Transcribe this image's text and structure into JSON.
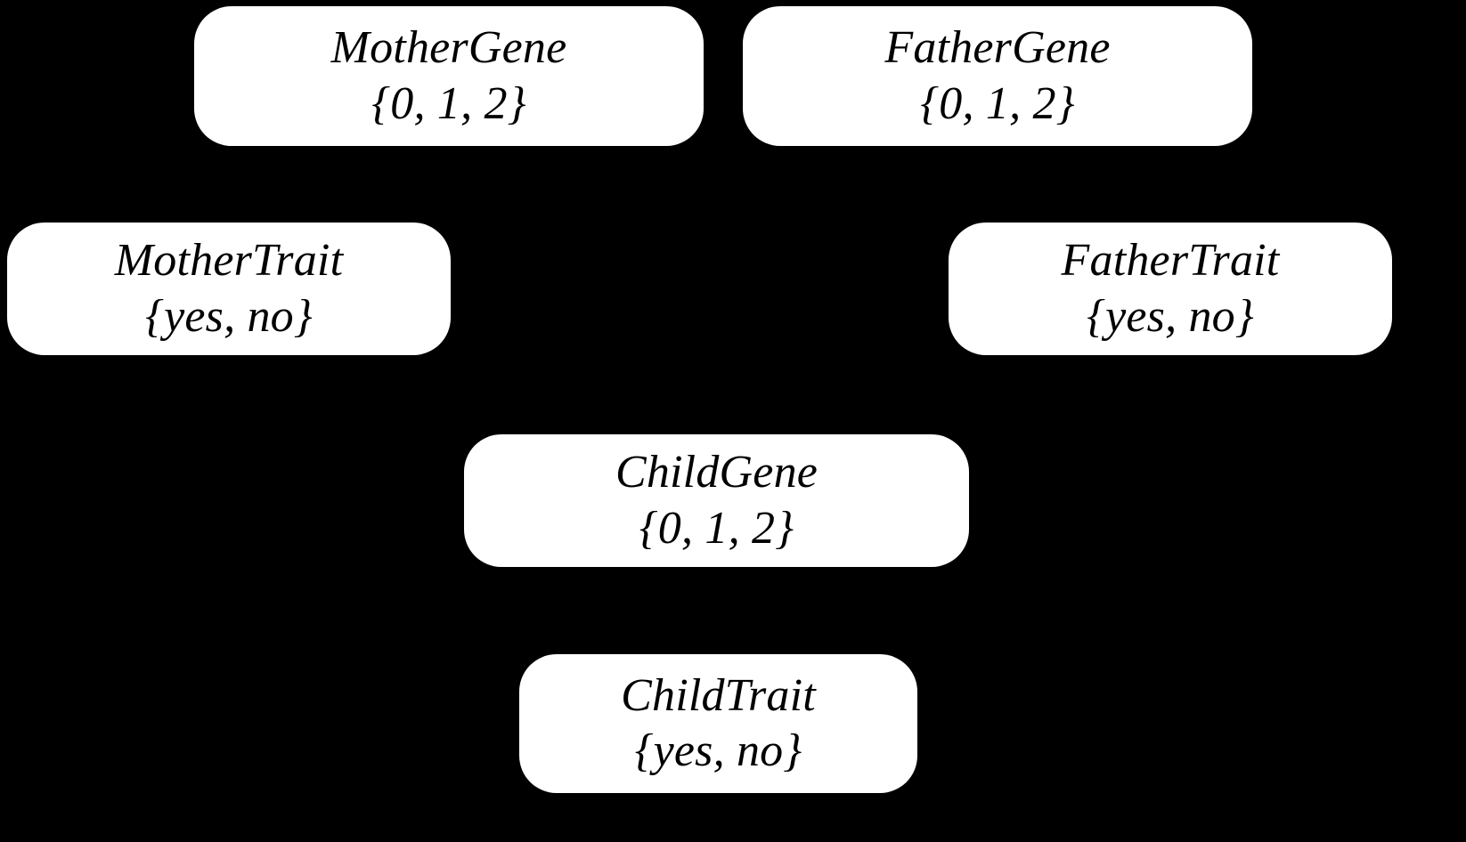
{
  "diagram": {
    "type": "bayesian-network",
    "background_color": "#000000",
    "node_fill_color": "#ffffff",
    "node_text_color": "#000000",
    "edges_visible": false,
    "nodes": [
      {
        "id": "mother-gene",
        "name": "MotherGene",
        "domain": "{0, 1, 2}",
        "values": [
          "0",
          "1",
          "2"
        ],
        "row": "parents-gene",
        "column": "left"
      },
      {
        "id": "father-gene",
        "name": "FatherGene",
        "domain": "{0, 1, 2}",
        "values": [
          "0",
          "1",
          "2"
        ],
        "row": "parents-gene",
        "column": "right"
      },
      {
        "id": "mother-trait",
        "name": "MotherTrait",
        "domain": "{yes, no}",
        "values": [
          "yes",
          "no"
        ],
        "row": "parents-trait",
        "column": "left"
      },
      {
        "id": "father-trait",
        "name": "FatherTrait",
        "domain": "{yes, no}",
        "values": [
          "yes",
          "no"
        ],
        "row": "parents-trait",
        "column": "right"
      },
      {
        "id": "child-gene",
        "name": "ChildGene",
        "domain": "{0, 1, 2}",
        "values": [
          "0",
          "1",
          "2"
        ],
        "row": "child-gene",
        "column": "center"
      },
      {
        "id": "child-trait",
        "name": "ChildTrait",
        "domain": "{yes, no}",
        "values": [
          "yes",
          "no"
        ],
        "row": "child-trait",
        "column": "center"
      }
    ]
  }
}
